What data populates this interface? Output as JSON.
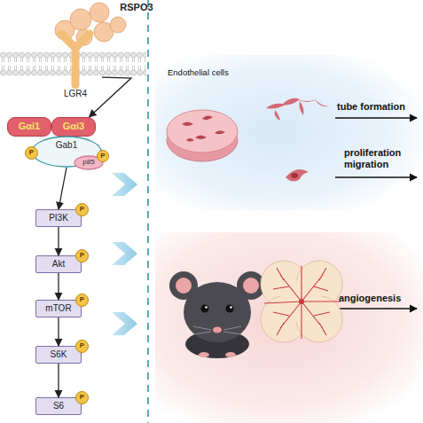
{
  "diagram": {
    "nodes": [
      {
        "text": [
          "RSPO3"
        ]
      },
      {
        "text": [
          "LGR4"
        ]
      },
      {
        "text": [
          "Gαi1"
        ]
      },
      {
        "text": [
          "Gαi3"
        ]
      },
      {
        "text": [
          "Gab1"
        ]
      },
      {
        "text": [
          "P"
        ],
        "in": 4
      },
      {
        "text": [
          "p85"
        ],
        "in": 4
      },
      {
        "text": [
          "P"
        ],
        "in": 6
      },
      {
        "text": [
          "PI3K"
        ]
      },
      {
        "text": [
          "P"
        ],
        "in": 8
      },
      {
        "text": [
          "Akt"
        ]
      },
      {
        "text": [
          "P"
        ],
        "in": 10
      },
      {
        "text": [
          "mTOR"
        ]
      },
      {
        "text": [
          "P"
        ],
        "in": 12
      },
      {
        "text": [
          "S6K"
        ]
      },
      {
        "text": [
          "P"
        ],
        "in": 14
      },
      {
        "text": [
          "S6"
        ]
      },
      {
        "text": [
          "P"
        ],
        "in": 16
      },
      {
        "text": [
          "Endothelial cells"
        ]
      }
    ],
    "edges": [
      {
        "from": 1,
        "to": 3,
        "arrow": "to"
      },
      {
        "from": 4,
        "to": 8,
        "arrow": "to"
      },
      {
        "from": 8,
        "to": 10,
        "arrow": "to"
      },
      {
        "from": 10,
        "to": 12,
        "arrow": "to"
      },
      {
        "from": 12,
        "to": 14,
        "arrow": "to"
      },
      {
        "from": 14,
        "to": 16,
        "arrow": "to"
      }
    ],
    "labels": [
      "tube formation",
      "proliferation migration",
      "angiogenesis"
    ]
  }
}
